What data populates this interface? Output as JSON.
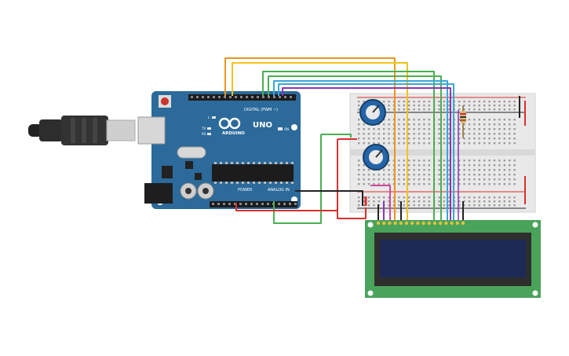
{
  "arduino": {
    "brand": "ARDUINO",
    "model": "UNO",
    "digital_label": "DIGITAL (PWM ~)",
    "power_label": "POWER",
    "analog_label": "ANALOG IN",
    "on_label": "ON",
    "tx_label": "TX",
    "rx_label": "RX",
    "l_label": "L"
  },
  "colors": {
    "board": "#2b6a9a",
    "breadboard": "#e9e9e9",
    "lcd_pcb": "#4aa35a",
    "lcd_screen": "#1d2a55",
    "wire_orange": "#e8961e",
    "wire_yellow": "#f2c31c",
    "wire_green": "#4aaf52",
    "wire_blue": "#38a8d6",
    "wire_purple": "#8a36b8",
    "wire_red": "#d8302e",
    "wire_black": "#222222",
    "wire_pink": "#d0489a",
    "potentiometer": "#2465a8"
  }
}
